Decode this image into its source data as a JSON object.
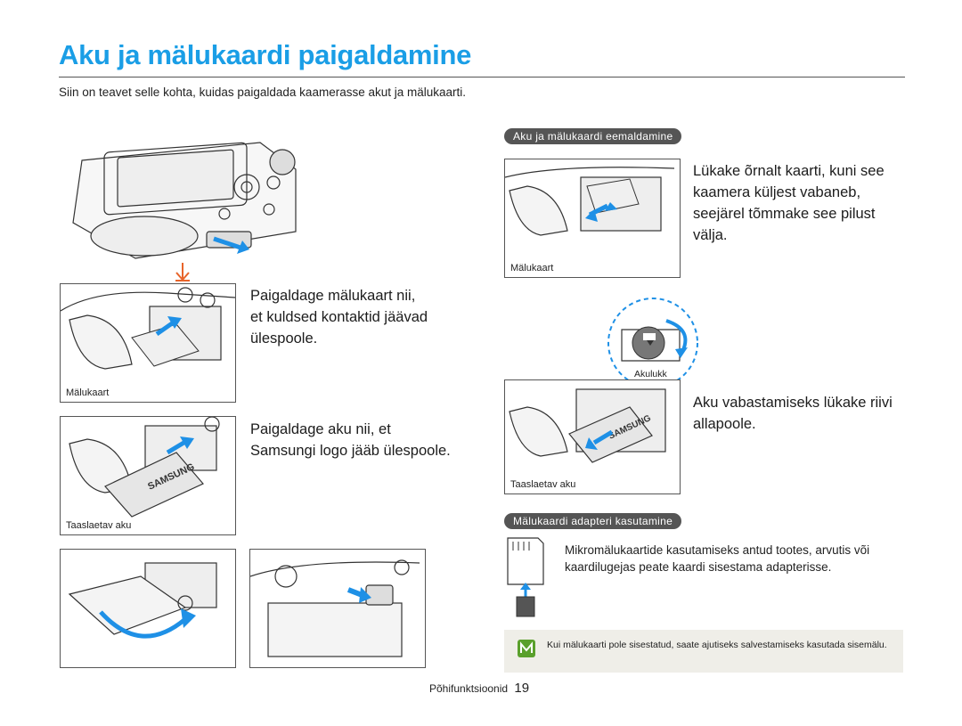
{
  "page": {
    "title": "Aku ja mälukaardi paigaldamine",
    "intro": "Siin on teavet selle kohta, kuidas paigaldada kaamerasse akut ja mälukaarti."
  },
  "left": {
    "step_card": {
      "lines": [
        "Paigaldage mälukaart nii,",
        "et kuldsed kontaktid jäävad",
        "ülespoole."
      ],
      "caption": "Mälukaart"
    },
    "step_battery": {
      "lines": [
        "Paigaldage aku nii, et",
        "Samsungi logo jääb ülespoole."
      ],
      "caption": "Taaslaetav aku"
    },
    "battery_logo": "SAMSUNG"
  },
  "right": {
    "removal": {
      "heading": "Aku ja mälukaardi eemaldamine",
      "card_lines": [
        "Lükake õrnalt kaarti, kuni see",
        "kaamera küljest vabaneb,",
        "seejärel tõmmake see pilust",
        "välja."
      ],
      "card_caption": "Mälukaart",
      "lock_label": "Akulukk",
      "battery_lines": [
        "Aku vabastamiseks lükake riivi",
        "allapoole."
      ],
      "battery_caption": "Taaslaetav aku"
    },
    "adapter": {
      "heading": "Mälukaardi adapteri kasutamine",
      "text": "Mikromälukaartide kasutamiseks antud tootes, arvutis või kaardilugejas peate kaardi sisestama adapterisse."
    },
    "note": {
      "icon": "note-icon",
      "text": "Kui mälukaarti pole sisestatud, saate ajutiseks salvestamiseks kasutada sisemälu."
    }
  },
  "footer": {
    "section": "Põhifunktsioonid",
    "page_number": "19"
  },
  "colors": {
    "title": "#1a9ee6",
    "arrow_blue": "#1e90e6",
    "arrow_orange": "#e8642a",
    "note_bg": "#efeee8"
  }
}
